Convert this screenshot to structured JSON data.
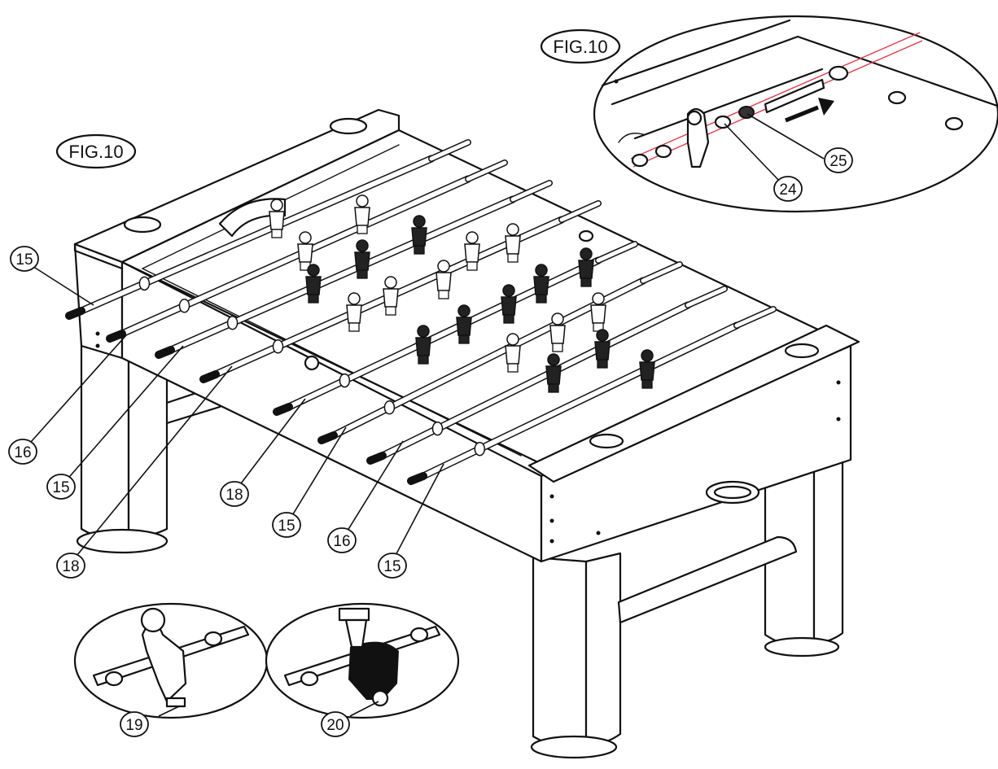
{
  "figure_labels": {
    "main": "FIG.10",
    "detail": "FIG.10"
  },
  "callouts": [
    {
      "id": "c1",
      "label": "15"
    },
    {
      "id": "c2",
      "label": "16"
    },
    {
      "id": "c3",
      "label": "15"
    },
    {
      "id": "c4",
      "label": "18"
    },
    {
      "id": "c5",
      "label": "18"
    },
    {
      "id": "c6",
      "label": "15"
    },
    {
      "id": "c7",
      "label": "16"
    },
    {
      "id": "c8",
      "label": "15"
    },
    {
      "id": "c9",
      "label": "19"
    },
    {
      "id": "c10",
      "label": "20"
    },
    {
      "id": "c11",
      "label": "24"
    },
    {
      "id": "c12",
      "label": "25"
    }
  ],
  "colors": {
    "ink": "#111111",
    "paper": "#ffffff",
    "highlight": "#e03a4a"
  }
}
